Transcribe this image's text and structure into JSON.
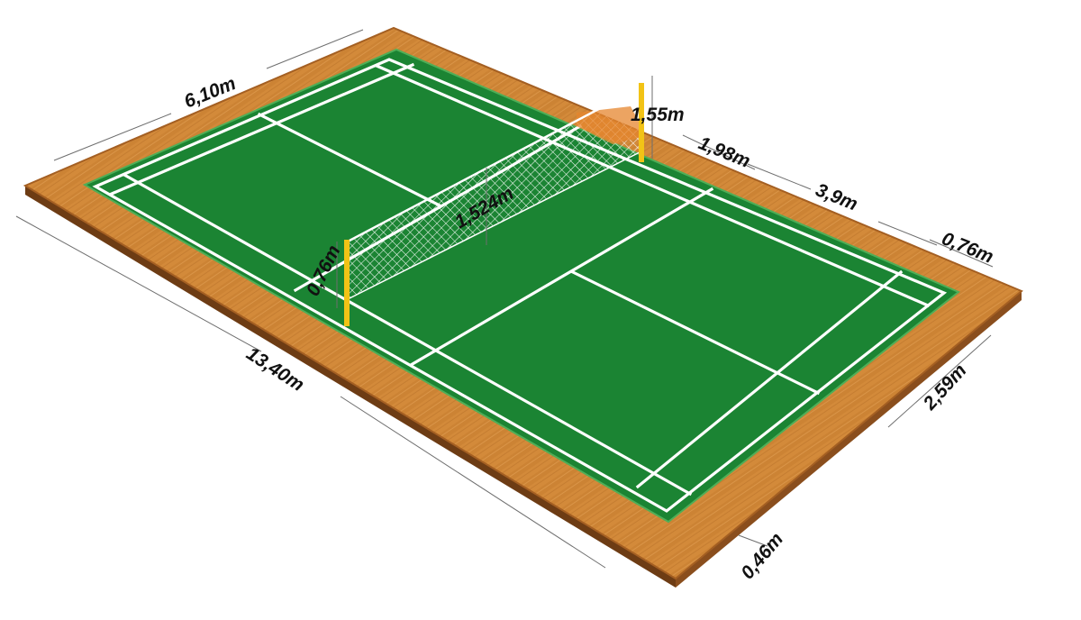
{
  "colors": {
    "floor_top": "#d48b3a",
    "floor_edge": "#7a4418",
    "floor_border": "#a45f22",
    "court": "#1b8433",
    "court_border": "#4fae57",
    "lines": "#ffffff",
    "posts": "#f2c316",
    "dimension_lines": "#6e6e6e",
    "labels": "#111111"
  },
  "dimensions": {
    "court_width": "6,10m",
    "court_length": "13,40m",
    "post_height": "1,55m",
    "net_center_height": "1,524m",
    "net_depth": "0,76m",
    "short_service_distance": "1,98m",
    "service_box_length": "3,9m",
    "long_service_doubles": "0,76m",
    "back_boundary_offset": "2,59m",
    "side_alley_width": "0,46m"
  }
}
